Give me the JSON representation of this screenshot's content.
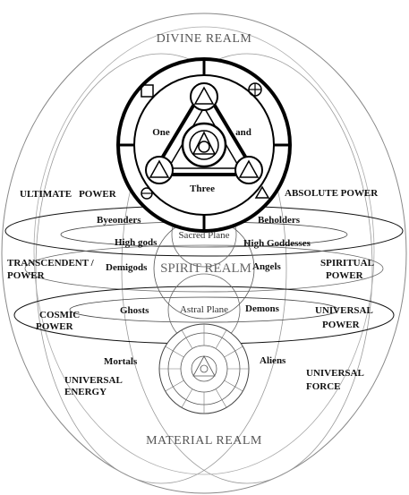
{
  "realms": {
    "divine": "DIVINE REALM",
    "spirit": "SPIRIT REALM",
    "material": "MATERIAL REALM"
  },
  "planes": {
    "sacred": "Sacred Plane",
    "astral": "Astral Plane"
  },
  "trinity": {
    "one": "One",
    "and": "and",
    "three": "Three"
  },
  "powers": {
    "ultimate_1": "ULTIMATE",
    "ultimate_2": "POWER",
    "absolute": "ABSOLUTE POWER",
    "transcendent_1": "TRANSCENDENT /",
    "transcendent_2": "POWER",
    "spiritual_1": "SPIRITUAL",
    "spiritual_2": "POWER",
    "cosmic_1": "COSMIC",
    "cosmic_2": "POWER",
    "universal_1": "UNIVERSAL",
    "universal_2": "POWER",
    "energy_1": "UNIVERSAL",
    "energy_2": "ENERGY",
    "force_1": "UNIVERSAL",
    "force_2": "FORCE"
  },
  "beings": {
    "byeonders": "Byeonders",
    "beholders": "Beholders",
    "high_gods": "High gods",
    "high_goddesses": "High Goddesses",
    "demigods": "Demigods",
    "angels": "Angels",
    "ghosts": "Ghosts",
    "demons": "Demons",
    "mortals": "Mortals",
    "aliens": "Aliens"
  },
  "symbols": {
    "top_left": "square-icon",
    "top_right": "crossed-circle-icon",
    "bottom_left": "slashed-circle-icon",
    "bottom_right": "triangle-icon"
  }
}
